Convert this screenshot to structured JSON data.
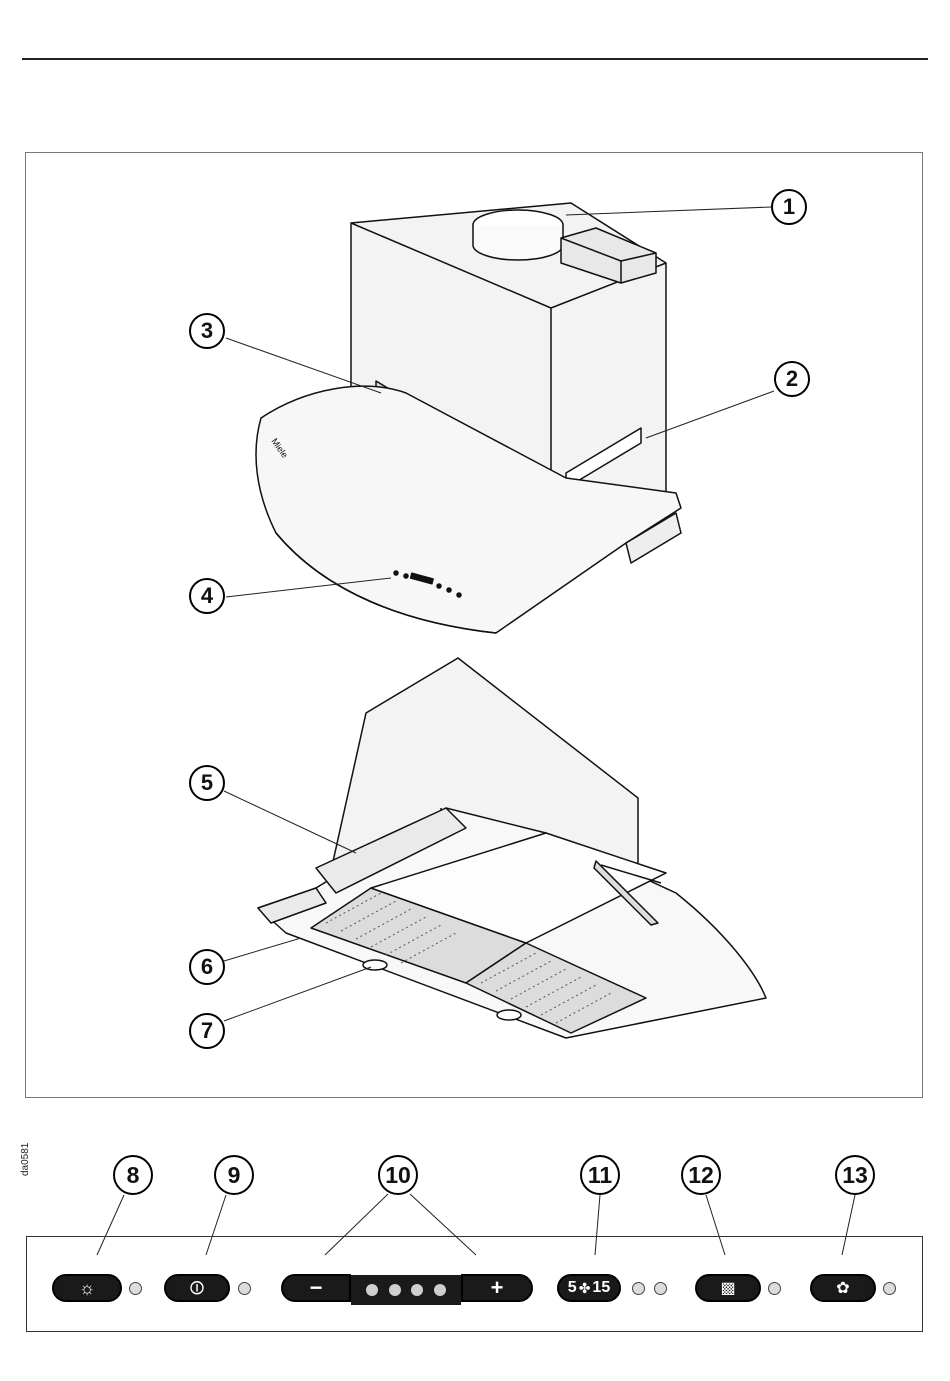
{
  "figure": {
    "callouts": [
      "1",
      "2",
      "3",
      "4",
      "5",
      "6",
      "7"
    ],
    "brand_mark": "Miele"
  },
  "image_code": "da0581",
  "panel": {
    "callouts": [
      "8",
      "9",
      "10",
      "11",
      "12",
      "13"
    ],
    "buttons": [
      {
        "name": "light",
        "icon": "light-icon",
        "glyph": "☼"
      },
      {
        "name": "on-off",
        "icon": "power-icon",
        "glyph": "⏼"
      },
      {
        "name": "fan-minus",
        "icon": "minus-icon",
        "glyph": "−"
      },
      {
        "name": "fan-plus",
        "icon": "plus-icon",
        "glyph": "+"
      },
      {
        "name": "run-on",
        "icon": "fan-icon",
        "glyph": "5 ✤ 15"
      },
      {
        "name": "grease-filter",
        "icon": "grease-filter-icon",
        "glyph": "▩"
      },
      {
        "name": "odour-filter",
        "icon": "odour-filter-icon",
        "glyph": "✿"
      }
    ],
    "speed_minus_label": "−",
    "speed_plus_label": "+",
    "run_on_left": "5",
    "run_on_right": "15"
  }
}
